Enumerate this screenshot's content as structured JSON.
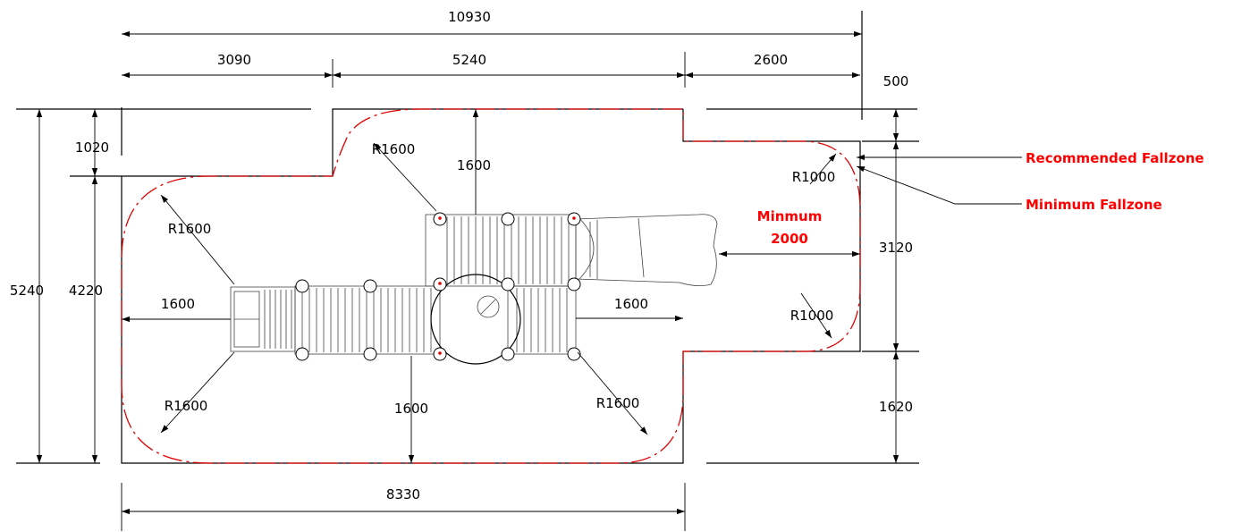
{
  "dimensions": {
    "overall_width": "10930",
    "seg_left": "3090",
    "seg_mid": "5240",
    "seg_right": "2600",
    "offset_right": "500",
    "offset_top": "1020",
    "overall_height": "5240",
    "left_height": "4220",
    "right_mid_height": "3120",
    "right_bottom_height": "1620",
    "bottom_width": "8330",
    "clear_top": "1600",
    "clear_left": "1600",
    "clear_right_inner": "1600",
    "clear_bottom": "1600",
    "radius_top_inner": "R1600",
    "radius_top_left": "R1600",
    "radius_bottom_left": "R1600",
    "radius_bottom_right": "R1600",
    "radius_right_top": "R1000",
    "radius_right_bottom": "R1000"
  },
  "annotations": {
    "slide_clearance_line1": "Minmum",
    "slide_clearance_line2": "2000",
    "recommended": "Recommended Fallzone",
    "minimum": "Minimum Fallzone"
  },
  "colors": {
    "fallzone_red": "#ff0000",
    "line_black": "#000000"
  }
}
